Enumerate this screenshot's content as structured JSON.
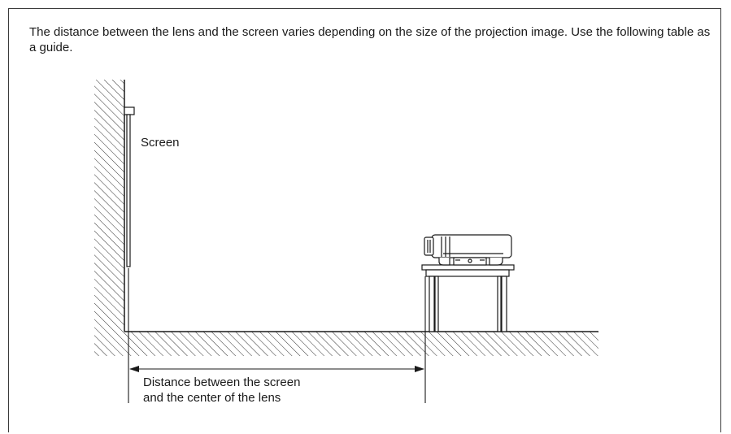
{
  "intro_text": "The distance between the lens and the screen varies depending on the size of the projection image. Use the following table as a guide.",
  "diagram": {
    "screen_label": "Screen",
    "distance_label_line1": "Distance between the screen",
    "distance_label_line2": "and the center of the lens"
  },
  "colors": {
    "line": "#1a1a1a",
    "text": "#1a1a1a",
    "frame": "#3a3a3a"
  }
}
